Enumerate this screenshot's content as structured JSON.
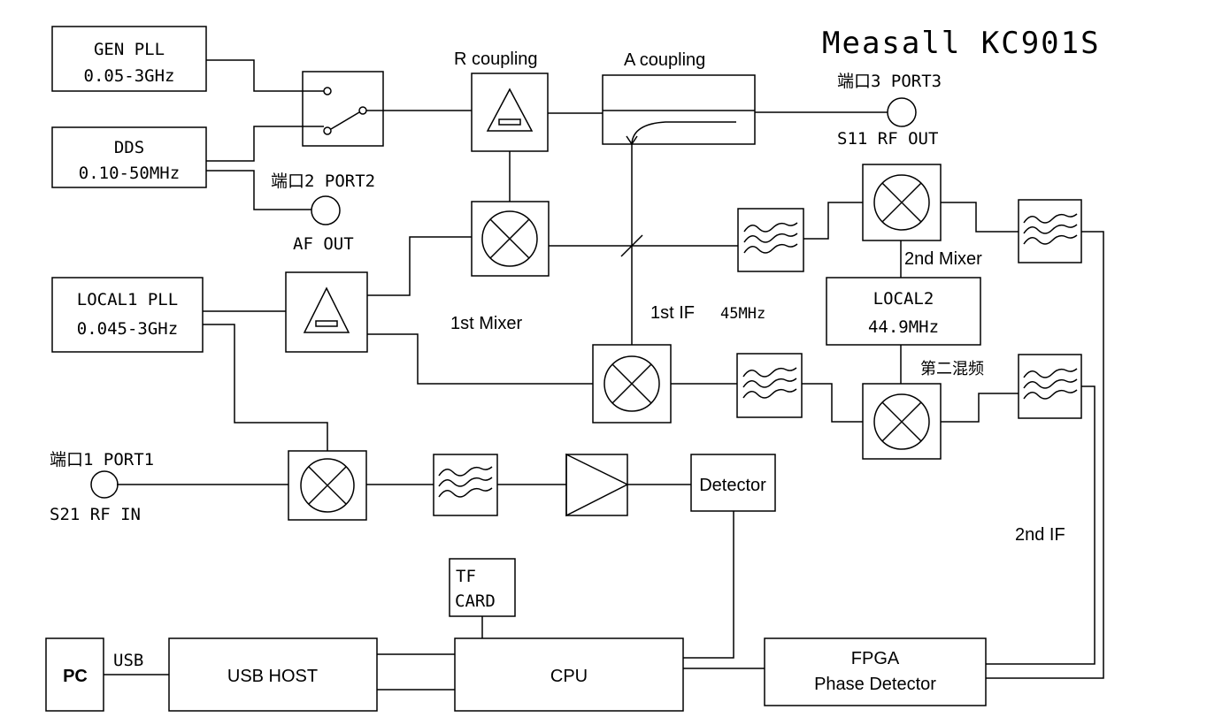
{
  "title": "Measall KC901S",
  "blocks": {
    "gen_pll": {
      "line1": "GEN PLL",
      "line2": "0.05-3GHz"
    },
    "dds": {
      "line1": "DDS",
      "line2": "0.10-50MHz"
    },
    "local1": {
      "line1": "LOCAL1 PLL",
      "line2": "0.045-3GHz"
    },
    "local2": {
      "line1": "LOCAL2",
      "line2": "44.9MHz"
    },
    "detector": "Detector",
    "tf_card": {
      "line1": "TF",
      "line2": "CARD"
    },
    "pc": "PC",
    "usb_host": "USB HOST",
    "cpu": "CPU",
    "fpga": {
      "line1": "FPGA",
      "line2": "Phase Detector"
    }
  },
  "labels": {
    "r_coupling": "R coupling",
    "a_coupling": "A coupling",
    "port3": "端口3 PORT3",
    "s11": "S11 RF OUT",
    "port2": "端口2 PORT2",
    "af_out": "AF OUT",
    "first_mixer": "1st Mixer",
    "first_if": "1st IF",
    "first_if_freq": "45MHz",
    "second_mixer": "2nd Mixer",
    "second_mixer_cn": "第二混频",
    "port1": "端口1 PORT1",
    "s21": "S21 RF IN",
    "second_if": "2nd IF",
    "usb": "USB"
  }
}
